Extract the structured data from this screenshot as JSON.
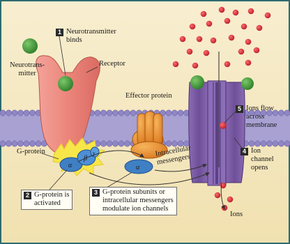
{
  "labels": {
    "neurotransmitter": "Neurotrans-\nmitter",
    "receptor": "Receptor",
    "effector_protein": "Effector protein",
    "g_protein": "G-protein",
    "intracellular_messengers": "Intracellular\nmessengers",
    "ions": "Ions",
    "alpha": "α",
    "beta": "β",
    "gamma": "γ"
  },
  "steps": [
    {
      "num": "1",
      "text": "Neurotransmitter\nbinds"
    },
    {
      "num": "2",
      "text": "G-protein is\nactivated"
    },
    {
      "num": "3",
      "text": "G-protein subunits or\nintracellular messengers\nmodulate ion channels"
    },
    {
      "num": "4",
      "text": "Ion\nchannel\nopens"
    },
    {
      "num": "5",
      "text": "Ions flow\nacross\nmembrane"
    }
  ],
  "colors": {
    "background": "#f6ecc6",
    "frame": "#2f6b6f",
    "membrane": "#9b93cc",
    "receptor": "#ec8a80",
    "transmitter": "#4fa23e",
    "ion": "#d7313e",
    "channel": "#7a5aa3",
    "effector": "#e8922e",
    "gprotein": "#3f7fc4",
    "burst": "#f7e64a"
  }
}
